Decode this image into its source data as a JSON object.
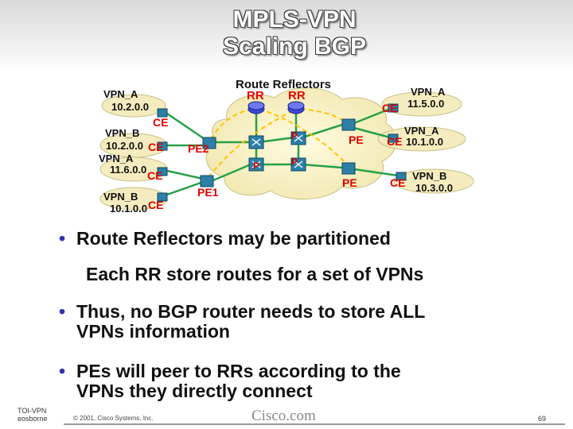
{
  "title": {
    "line1": "MPLS-VPN",
    "line2": "Scaling BGP"
  },
  "diagram": {
    "heading": "Route Reflectors",
    "rr_labels": [
      "RR",
      "RR"
    ],
    "left_sites": [
      {
        "vpn": "VPN_A",
        "net": "10.2.0.0",
        "ce": "CE"
      },
      {
        "vpn": "VPN_B",
        "net": "10.2.0.0",
        "ce": "CE"
      },
      {
        "vpn": "VPN_A",
        "net": "11.6.0.0",
        "ce": "CE"
      },
      {
        "vpn": "VPN_B",
        "net": "10.1.0.0",
        "ce": "CE"
      }
    ],
    "right_sites": [
      {
        "vpn": "VPN_A",
        "net": "11.5.0.0",
        "ce": "CE"
      },
      {
        "vpn": "VPN_A",
        "net": "10.1.0.0",
        "ce": "CE"
      },
      {
        "vpn": "VPN_B",
        "net": "10.3.0.0",
        "ce": "CE"
      }
    ],
    "pe_labels": {
      "pe2": "PE2",
      "pe1": "PE1",
      "pe_top": "PE",
      "pe_bottom": "PE"
    },
    "p_label": "P",
    "colors": {
      "cloud": "#fbf3c8",
      "router": "#2c7fa6",
      "link": "#27a046",
      "dashed": "#ffc400",
      "label": "#e00000",
      "rr": "#3b46d8"
    }
  },
  "bullets": [
    "Route Reflectors may be partitioned",
    "Each RR store routes for a set of VPNs",
    "Thus, no BGP router needs to store ALL",
    "VPNs information",
    "PEs will peer to RRs according to the",
    "VPNs they directly connect"
  ],
  "bullet_symbol": "•",
  "footer": {
    "left1": "TOI-VPN",
    "left2": "eosborne",
    "copyright": "© 2001, Cisco Systems, Inc.",
    "brand": "Cisco.com",
    "page": "69"
  }
}
